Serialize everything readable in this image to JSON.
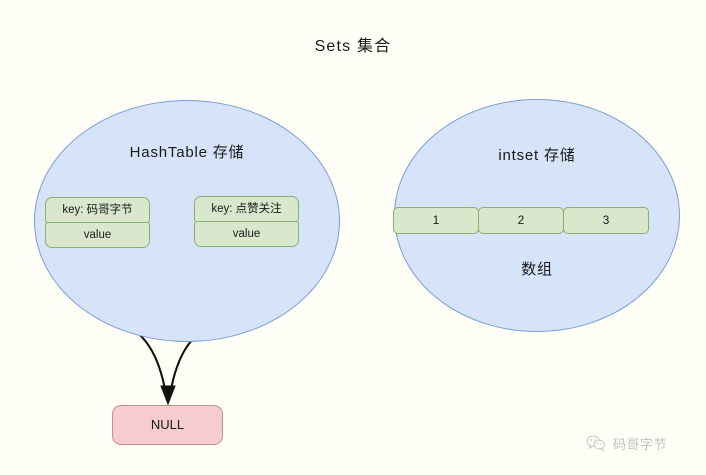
{
  "title": "Sets 集合",
  "background_color": "#fffef7",
  "hashtable_group": {
    "name": "HashTable 存储",
    "shape": "ellipse",
    "fill": "#d7e3f8",
    "stroke": "#7a9fd4",
    "entries": [
      {
        "key_label": "key: 码哥字节",
        "value_label": "value"
      },
      {
        "key_label": "key: 点赞关注",
        "value_label": "value"
      }
    ],
    "pointer_target": "NULL"
  },
  "intset_group": {
    "name": "intset 存储",
    "shape": "ellipse",
    "fill": "#d7e3f8",
    "stroke": "#7a9fd4",
    "array_label": "数组",
    "array_cells": [
      "1",
      "2",
      "3"
    ],
    "cell_fill": "#d9e8cd",
    "cell_stroke": "#8ab070"
  },
  "null_node": {
    "label": "NULL",
    "fill": "#f5cdce",
    "stroke": "#c98d90"
  },
  "watermark": {
    "icon": "wechat-icon",
    "text": "码哥字节",
    "color": "#c0c0c0"
  }
}
